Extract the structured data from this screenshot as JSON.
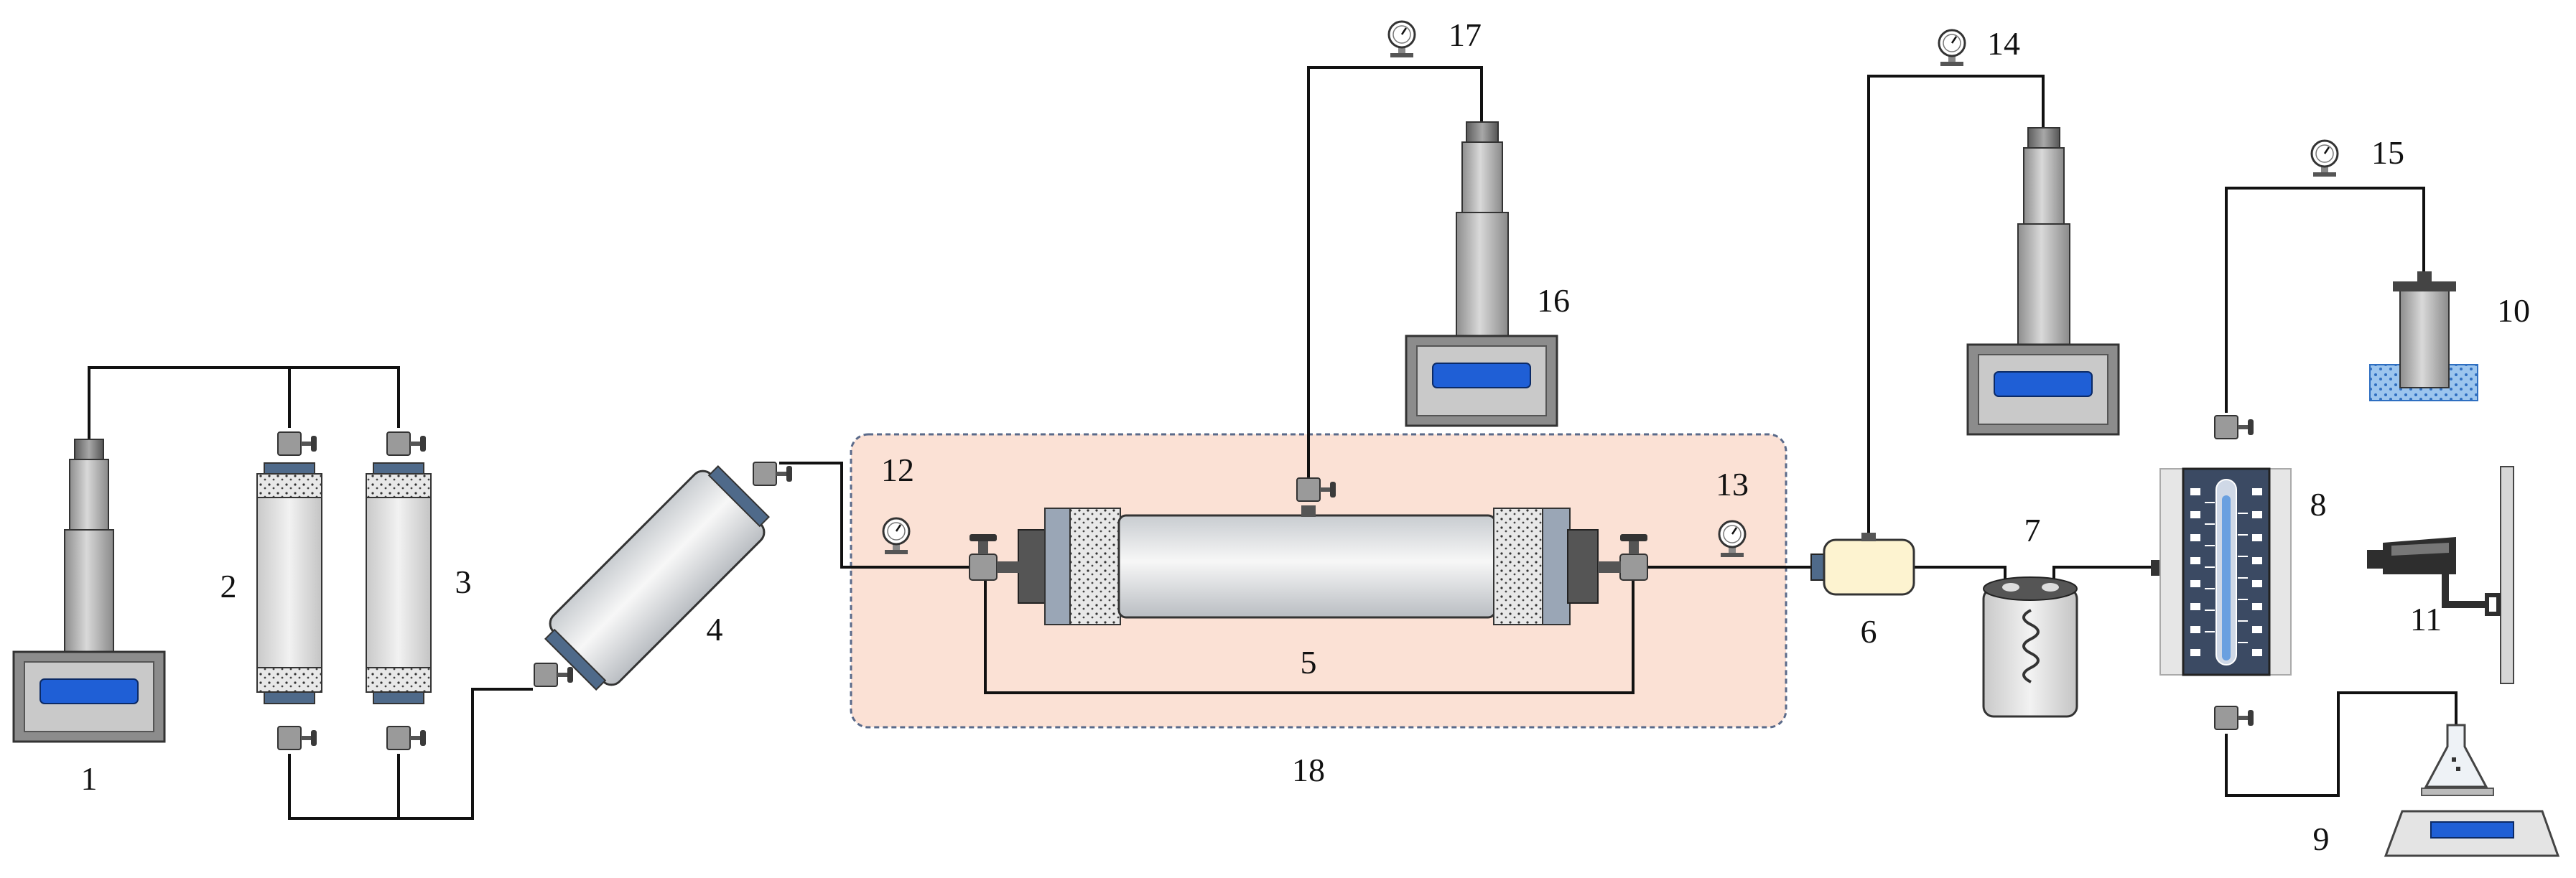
{
  "labels": {
    "l1": "1",
    "l2": "2",
    "l3": "3",
    "l4": "4",
    "l5": "5",
    "l6": "6",
    "l7": "7",
    "l8": "8",
    "l9": "9",
    "l10": "10",
    "l11": "11",
    "l12": "12",
    "l13": "13",
    "l14": "14",
    "l15": "15",
    "l16": "16",
    "l17": "17",
    "l18": "18"
  },
  "colors": {
    "line": "#111111",
    "pump_screen": "#1f5fd6",
    "cylinder_body": "#d8d8d8",
    "thermostat_zone": "#fbe1d5",
    "thermostat_border": "#5a6a8a",
    "water_bath": "#3a7ecf"
  },
  "icons": [
    "pump-icon",
    "pressure-gauge-icon",
    "valve-icon",
    "core-holder-icon",
    "filter-icon",
    "separator-icon",
    "camera-icon",
    "balance-icon",
    "flask-icon"
  ]
}
